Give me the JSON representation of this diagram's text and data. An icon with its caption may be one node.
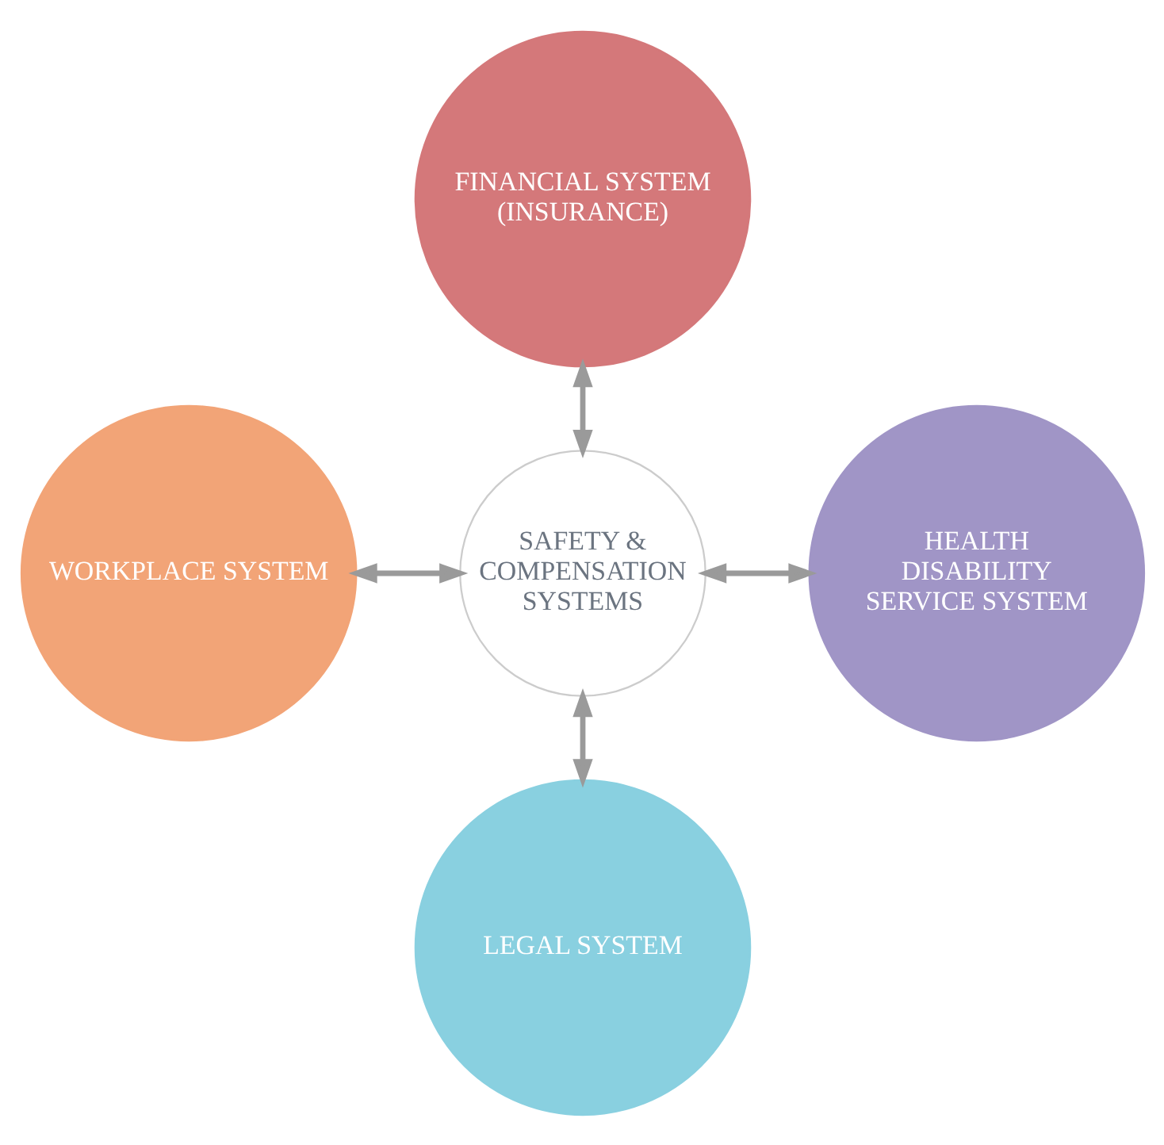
{
  "diagram": {
    "nodes": [
      {
        "text": [
          "FINANCIAL SYSTEM (INSURANCE)"
        ]
      },
      {
        "text": [
          "WORKPLACE SYSTEM"
        ]
      },
      {
        "text": [
          "SAFETY & COMPENSATION SYSTEMS"
        ]
      },
      {
        "text": [
          "HEALTH DISABILITY SERVICE SYSTEM"
        ]
      },
      {
        "text": [
          "LEGAL SYSTEM"
        ]
      }
    ],
    "edges": [
      {
        "from": 0,
        "to": 2,
        "arrow": "both"
      },
      {
        "from": 1,
        "to": 2,
        "arrow": "both"
      },
      {
        "from": 2,
        "to": 3,
        "arrow": "both"
      },
      {
        "from": 2,
        "to": 4,
        "arrow": "both"
      }
    ]
  }
}
